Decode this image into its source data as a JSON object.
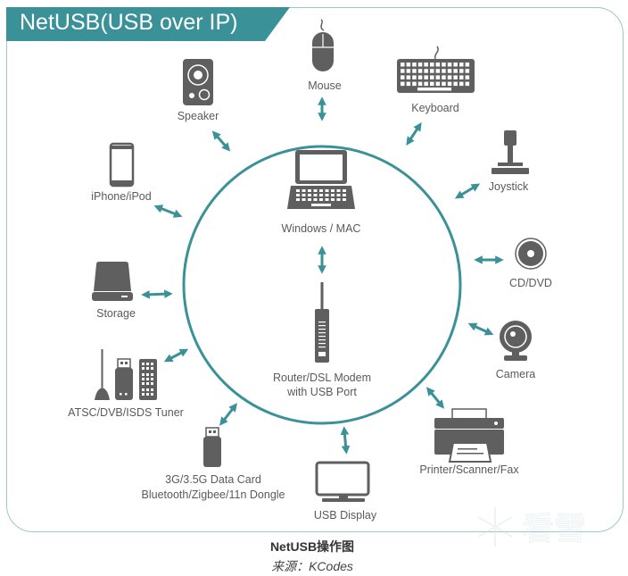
{
  "title": "NetUSB(USB over IP)",
  "colors": {
    "accent": "#3a9298",
    "icon": "#5f5f5f",
    "label": "#5a5a5a",
    "frame": "#9cc8c8"
  },
  "center": {
    "computer_label": "Windows / MAC",
    "router_label_line1": "Router/DSL Modem",
    "router_label_line2": "with USB Port"
  },
  "devices": [
    {
      "id": "mouse",
      "label": "Mouse",
      "icon": "mouse-icon"
    },
    {
      "id": "keyboard",
      "label": "Keyboard",
      "icon": "keyboard-icon"
    },
    {
      "id": "joystick",
      "label": "Joystick",
      "icon": "joystick-icon"
    },
    {
      "id": "cd-dvd",
      "label": "CD/DVD",
      "icon": "disc-icon"
    },
    {
      "id": "camera",
      "label": "Camera",
      "icon": "webcam-icon"
    },
    {
      "id": "printer",
      "label": "Printer/Scanner/Fax",
      "icon": "printer-icon"
    },
    {
      "id": "usb-display",
      "label": "USB Display",
      "icon": "monitor-icon"
    },
    {
      "id": "data-card",
      "label_line1": "3G/3.5G Data Card",
      "label_line2": "Bluetooth/Zigbee/11n Dongle",
      "icon": "usb-dongle-icon"
    },
    {
      "id": "tuner",
      "label": "ATSC/DVB/ISDS Tuner",
      "icon": "tv-tuner-icon"
    },
    {
      "id": "storage",
      "label": "Storage",
      "icon": "hard-drive-icon"
    },
    {
      "id": "iphone",
      "label": "iPhone/iPod",
      "icon": "smartphone-icon"
    },
    {
      "id": "speaker",
      "label": "Speaker",
      "icon": "speaker-icon"
    }
  ],
  "caption": {
    "title": "NetUSB操作图",
    "source": "来源：KCodes"
  },
  "watermark": "看雪"
}
